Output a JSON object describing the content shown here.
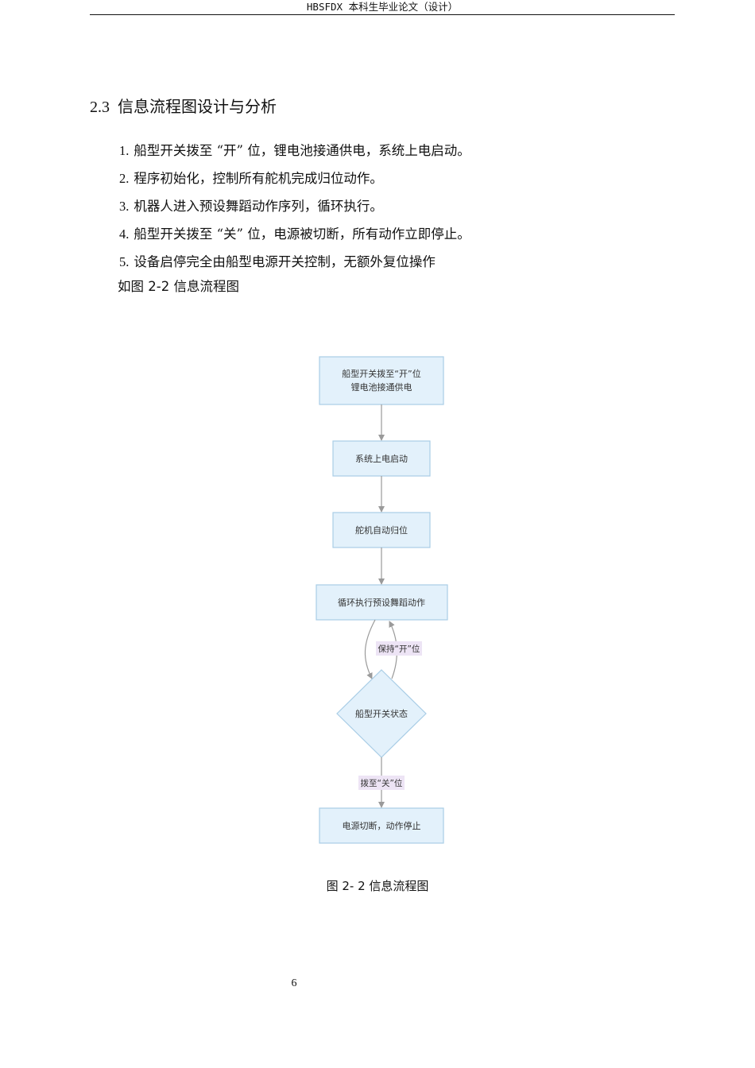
{
  "header": {
    "title": "HBSFDX 本科生毕业论文（设计）"
  },
  "section": {
    "number": "2.3",
    "title": "信息流程图设计与分析"
  },
  "steps": [
    {
      "num": "1.",
      "text": "船型开关拨至 “开” 位，锂电池接通供电，系统上电启动。"
    },
    {
      "num": "2.",
      "text": "程序初始化，控制所有舵机完成归位动作。"
    },
    {
      "num": "3.",
      "text": "机器人进入预设舞蹈动作序列，循环执行。"
    },
    {
      "num": "4.",
      "text": "船型开关拨至 “关” 位，电源被切断，所有动作立即停止。"
    },
    {
      "num": "5.",
      "text": "设备启停完全由船型电源开关控制，无额外复位操作"
    }
  ],
  "figure_ref": "如图 2-2 信息流程图",
  "flowchart": {
    "node1_line1": "船型开关拨至“开”位",
    "node1_line2": "锂电池接通供电",
    "node2": "系统上电启动",
    "node3": "舵机自动归位",
    "node4": "循环执行预设舞蹈动作",
    "decision": "船型开关状态",
    "edge_keep_on": "保持“开”位",
    "edge_turn_off": "拨至“关”位",
    "node_end": "电源切断，动作停止",
    "colors": {
      "node_fill": "#e3f1fb",
      "node_stroke": "#a9cde6",
      "label_fill": "#ede4f5",
      "arrow": "#9a9a9a"
    }
  },
  "caption": "图 2- 2 信息流程图",
  "page_number": "6"
}
